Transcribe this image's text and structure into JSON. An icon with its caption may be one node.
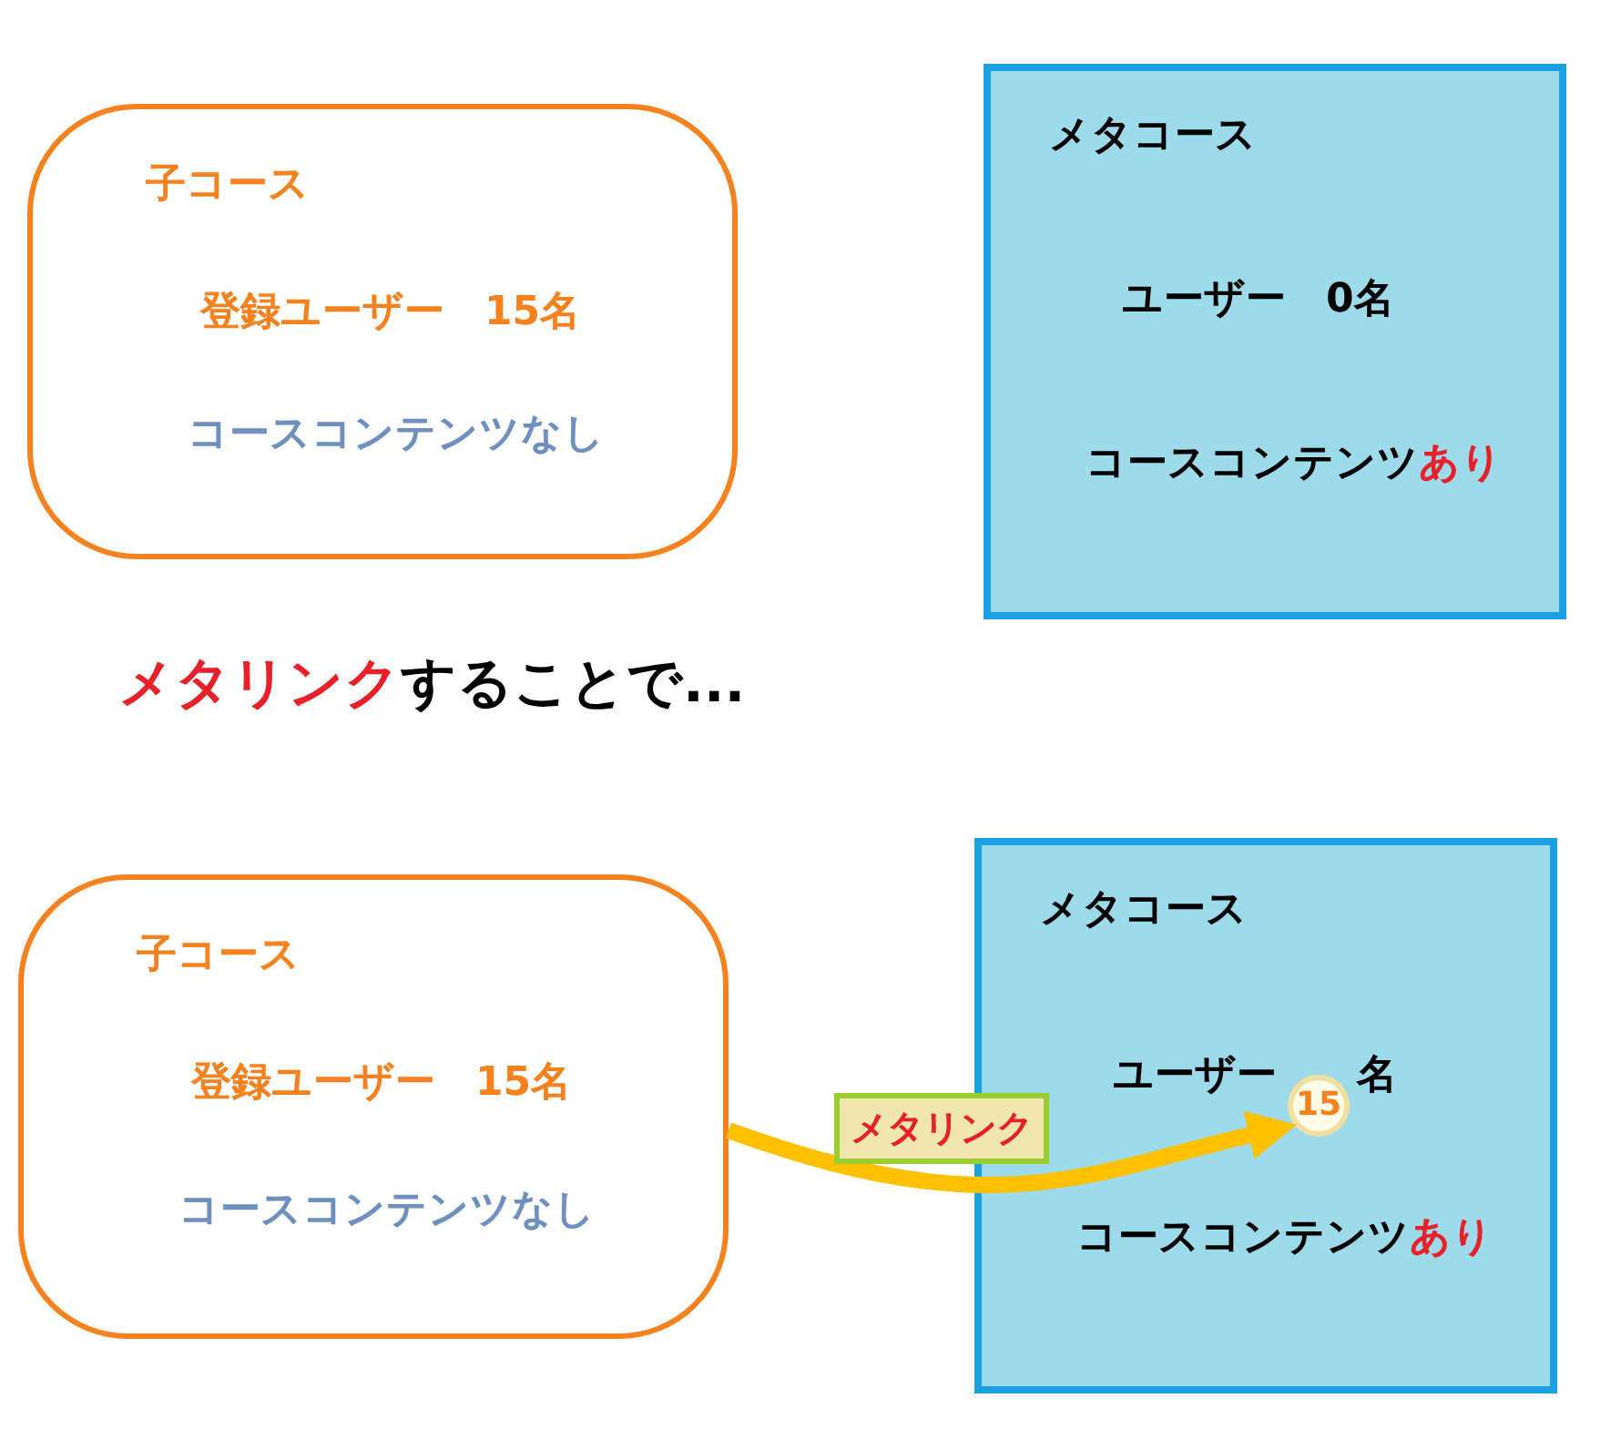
{
  "diagram": {
    "nodes": [
      {
        "text": [
          "子コース",
          "登録ユーザー　15名",
          "コースコンテンツなし"
        ]
      },
      {
        "text": [
          "メタコース",
          "ユーザー　0名",
          "コースコンテンツ**あり**"
        ]
      },
      {
        "text": [
          "子コース",
          "登録ユーザー　15名",
          "コースコンテンツなし"
        ]
      },
      {
        "text": [
          "メタコース",
          "ユーザー",
          "名",
          "コースコンテンツ**あり**"
        ]
      },
      {
        "text": [
          "15"
        ],
        "in": 3
      }
    ],
    "edges": [
      {
        "from": 2,
        "to": 4,
        "arrow": "to",
        "label": "メタリンク",
        "color": "#ffc000"
      }
    ],
    "labels": [
      "**メタリンク**することで..."
    ]
  }
}
